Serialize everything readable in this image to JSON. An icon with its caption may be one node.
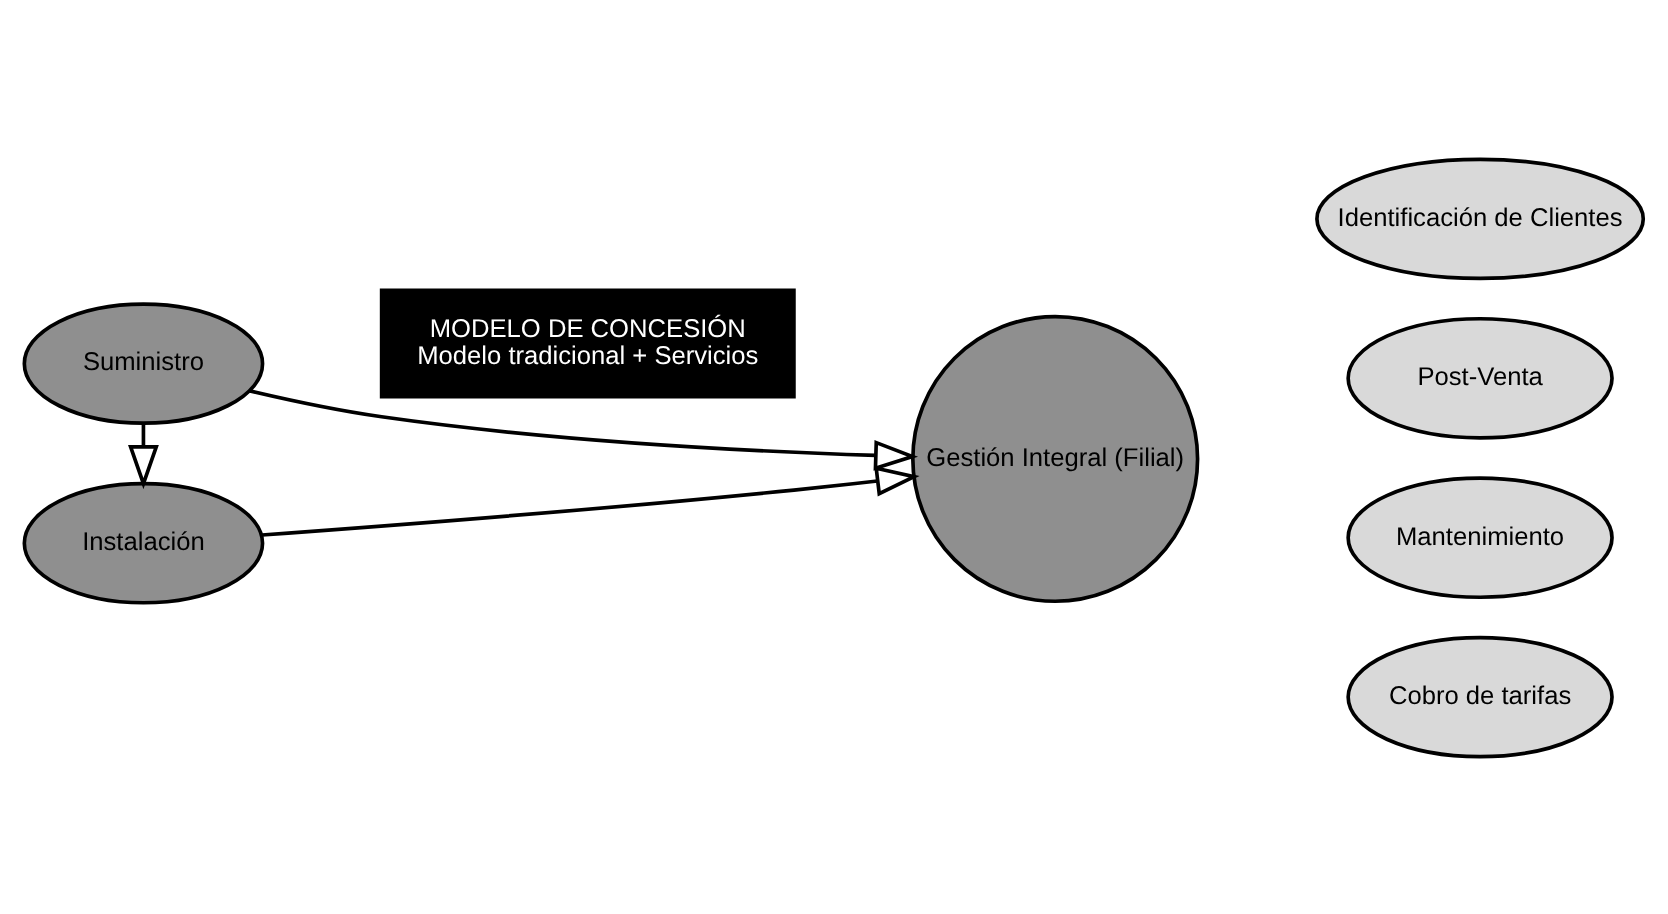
{
  "diagram": {
    "nodes": [
      {
        "text": [
          "Suministro"
        ]
      },
      {
        "text": [
          "Instalación"
        ]
      },
      {
        "text": [
          "MODELO DE CONCESIÓN",
          "Modelo tradicional + Servicios"
        ]
      },
      {
        "text": [
          "Gestión Integral (Filial)"
        ]
      },
      {
        "text": [
          "Identificación de Clientes"
        ]
      },
      {
        "text": [
          "Post-Venta"
        ]
      },
      {
        "text": [
          "Mantenimiento"
        ]
      },
      {
        "text": [
          "Cobro de tarifas"
        ]
      }
    ],
    "edges": [
      {
        "from": 0,
        "to": 3,
        "arrow": "to"
      },
      {
        "from": 0,
        "to": 1,
        "arrow": "to"
      },
      {
        "from": 1,
        "to": 3,
        "arrow": "to"
      }
    ]
  }
}
